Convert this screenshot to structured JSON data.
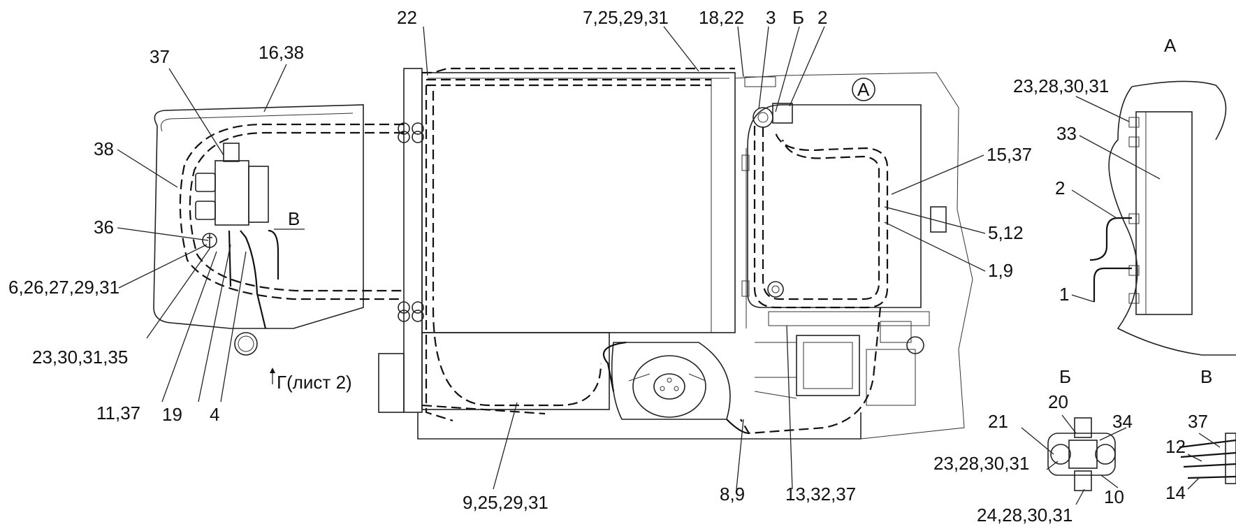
{
  "labels": {
    "l_37_top": "37",
    "l_16_38": "16,38",
    "l_38": "38",
    "l_36": "36",
    "l_6_26": "6,26,27,29,31",
    "l_23_30_31_35": "23,30,31,35",
    "l_11_37": "11,37",
    "l_19": "19",
    "l_4": "4",
    "l_v_arrow": "В",
    "l_g_sheet": "Г(лист 2)",
    "l_22": "22",
    "l_7_25": "7,25,29,31",
    "l_18_22": "18,22",
    "l_3": "3",
    "l_b_top": "Б",
    "l_2_top": "2",
    "l_a_circle": "А",
    "l_15_37": "15,37",
    "l_5_12": "5,12",
    "l_1_9": "1,9",
    "l_9_25": "9,25,29,31",
    "l_8_9": "8,9",
    "l_13_32_37": "13,32,37",
    "a_title": "А",
    "a_23_28": "23,28,30,31",
    "a_33": "33",
    "a_2": "2",
    "a_1": "1",
    "b_title": "Б",
    "b_20": "20",
    "b_21": "21",
    "b_34": "34",
    "b_23_28": "23,28,30,31",
    "b_10": "10",
    "b_24_28": "24,28,30,31",
    "v_title": "В",
    "v_37": "37",
    "v_12": "12",
    "v_14": "14"
  }
}
